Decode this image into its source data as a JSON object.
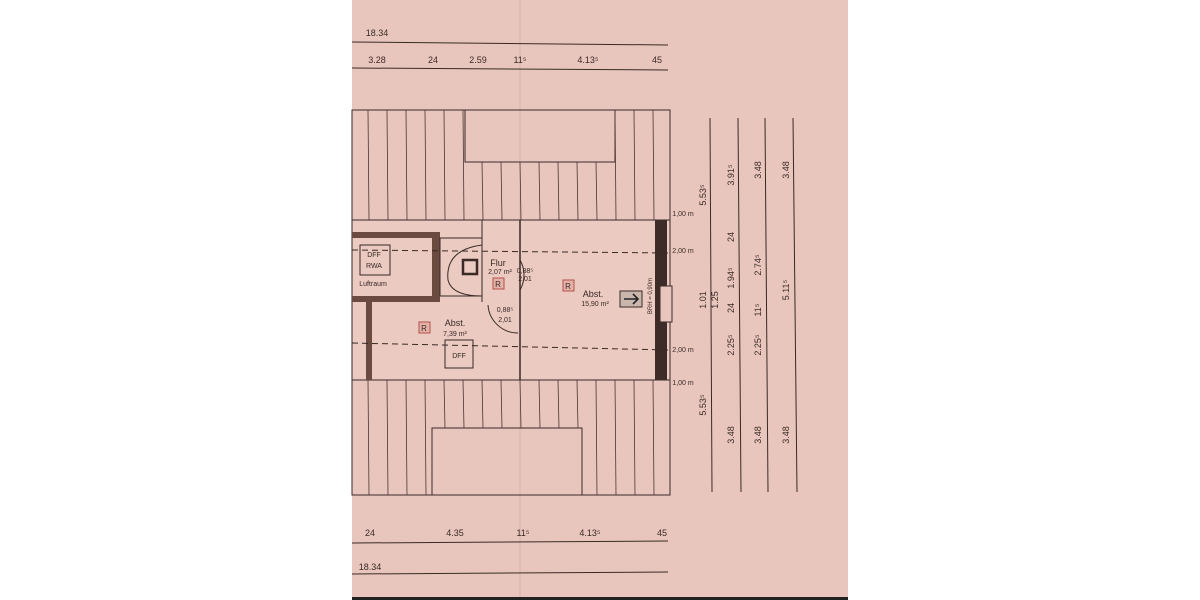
{
  "colors": {
    "paper": "#e9c6bd",
    "ink": "#3a2a26",
    "wall_hatch": "#6b4a40",
    "room_marker": "#b0524a"
  },
  "top_dimensions": {
    "overall": "18.34",
    "segments": [
      "3.28",
      "24",
      "2.59",
      "11⁵",
      "4.13⁵",
      "45"
    ]
  },
  "bottom_dimensions": {
    "segments": [
      "24",
      "4.35",
      "11⁵",
      "4.13⁵",
      "45"
    ],
    "overall": "18.34"
  },
  "height_levels": [
    "1,00 m",
    "2,00 m",
    "2,00 m",
    "1,00 m"
  ],
  "right_dimensions": {
    "col1": [
      "5.53⁵",
      "1.01",
      "1.25",
      "5.53⁵"
    ],
    "col2": [
      "3.91⁵",
      "24",
      "1.94⁵",
      "24",
      "2.25⁵",
      "3.48"
    ],
    "col3": [
      "3.48",
      "2.74⁵",
      "11⁵",
      "2.25⁵",
      "3.48"
    ],
    "col4": [
      "3.48",
      "5.11⁵",
      "3.48"
    ]
  },
  "rooms": {
    "luftraum": {
      "line1": "DFF",
      "line2": "RWA",
      "name": "Luftraum"
    },
    "flur": {
      "name": "Flur",
      "area": "2,07 m²",
      "marker": "R"
    },
    "abst_small": {
      "name": "Abst.",
      "area": "7,39 m²",
      "marker": "R",
      "window": "DFF"
    },
    "abst_large": {
      "name": "Abst.",
      "area": "15,90 m²",
      "marker": "R"
    },
    "door1": {
      "width": "0,88⁵",
      "height": "2,01"
    },
    "door2": {
      "width": "0,88⁵",
      "height": "2,01"
    },
    "window_label": "BRH = 0,90m"
  },
  "icons": {
    "arrow": "arrow-right-icon",
    "stair": "spiral-stair-icon"
  }
}
